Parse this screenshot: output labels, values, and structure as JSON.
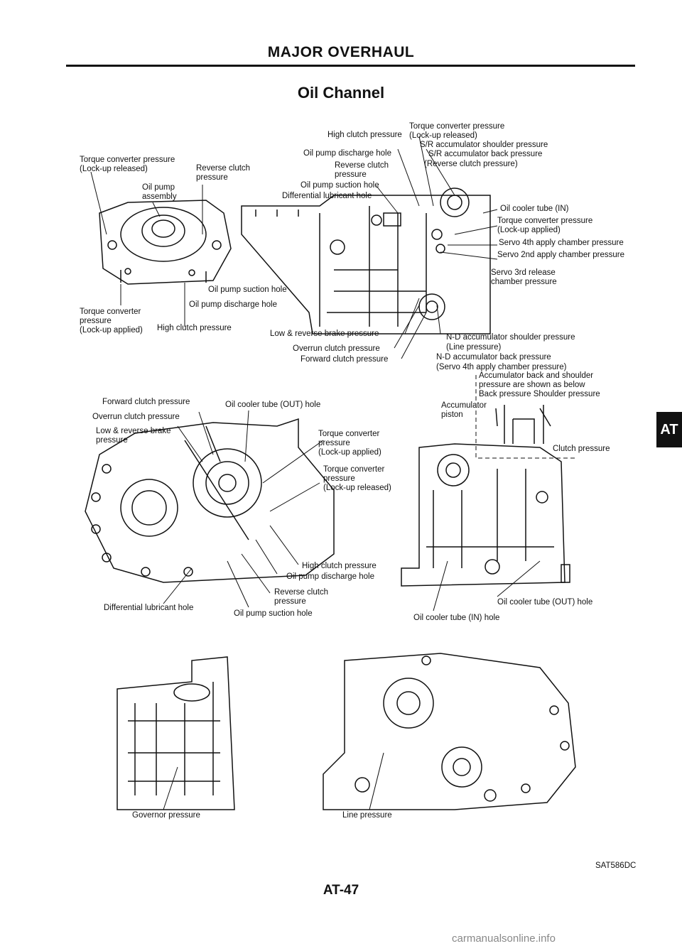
{
  "header": {
    "title": "MAJOR OVERHAUL"
  },
  "section": {
    "title": "Oil Channel"
  },
  "side_tab": "AT",
  "figure1": {
    "left": {
      "tc_released": [
        "Torque converter pressure",
        "(Lock-up released)"
      ],
      "reverse_clutch": [
        "Reverse clutch",
        "pressure"
      ],
      "oil_pump_assembly": [
        "Oil pump",
        "assembly"
      ],
      "oil_pump_suction": "Oil pump suction hole",
      "oil_pump_discharge": "Oil pump discharge hole",
      "tc_applied": [
        "Torque converter",
        "pressure",
        "(Lock-up applied)"
      ],
      "high_clutch": "High clutch pressure"
    },
    "top": {
      "tc_released": [
        "Torque converter pressure",
        "(Lock-up released)"
      ],
      "high_clutch": "High clutch pressure",
      "sr_shoulder": "S/R accumulator shoulder pressure",
      "oil_pump_discharge": "Oil pump discharge hole",
      "sr_back": "S/R accumulator back pressure",
      "reverse_clutch": [
        "Reverse clutch",
        "pressure"
      ],
      "sr_back_note": "(Reverse clutch pressure)",
      "oil_pump_suction": "Oil pump suction hole",
      "diff_lubricant": "Differential lubricant hole"
    },
    "right": {
      "oil_cooler_in": "Oil cooler tube (IN)",
      "tc_applied": [
        "Torque converter pressure",
        "(Lock-up applied)"
      ],
      "servo_4th": "Servo 4th apply chamber pressure",
      "servo_2nd": "Servo 2nd apply chamber pressure",
      "servo_3rd": [
        "Servo 3rd release",
        "chamber pressure"
      ]
    },
    "bottom": {
      "low_reverse": "Low & reverse brake pressure",
      "overrun": "Overrun clutch pressure",
      "forward": "Forward clutch pressure",
      "nd_shoulder": "N-D accumulator shoulder pressure",
      "nd_shoulder_note": "(Line pressure)",
      "nd_back": "N-D accumulator back pressure",
      "nd_back_note": "(Servo 4th apply chamber pressure)"
    }
  },
  "figure2": {
    "forward": "Forward clutch pressure",
    "overrun": "Overrun clutch pressure",
    "low_reverse": [
      "Low & reverse brake",
      "pressure"
    ],
    "oil_cooler_out": "Oil cooler tube (OUT) hole",
    "tc_applied": [
      "Torque converter",
      "pressure",
      "(Lock-up applied)"
    ],
    "tc_released": [
      "Torque converter",
      "pressure",
      "(Lock-up released)"
    ],
    "high_clutch": "High clutch pressure",
    "oil_pump_discharge": "Oil pump discharge hole",
    "reverse_clutch": [
      "Reverse clutch",
      "pressure"
    ],
    "diff_lubricant": "Differential lubricant hole",
    "oil_pump_suction": "Oil pump suction hole"
  },
  "figure3": {
    "legend_note": [
      "Accumulator back and shoulder",
      "pressure are shown as below",
      "Back pressure Shoulder pressure"
    ],
    "accumulator_piston": [
      "Accumulator",
      "piston"
    ],
    "clutch_pressure": "Clutch pressure",
    "oil_cooler_out": "Oil cooler tube (OUT) hole",
    "oil_cooler_in": "Oil cooler tube (IN) hole"
  },
  "figure4": {
    "governor": "Governor pressure"
  },
  "figure5": {
    "line": "Line pressure"
  },
  "diagram_id": "SAT586DC",
  "page_number": "AT-47",
  "watermark": "carmanualsonline.info"
}
